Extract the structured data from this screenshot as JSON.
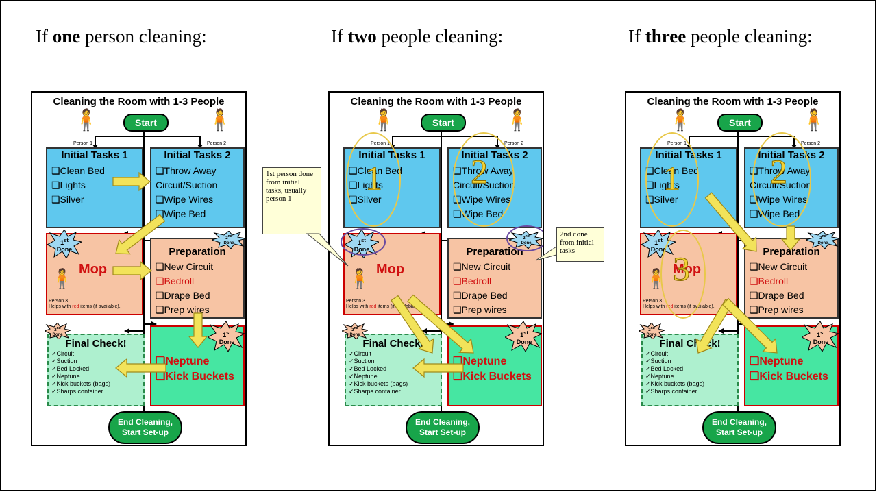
{
  "headings": [
    {
      "pre": "If ",
      "bold": "one",
      "post": " person cleaning:"
    },
    {
      "pre": "If ",
      "bold": "two",
      "post": " people cleaning:"
    },
    {
      "pre": "If ",
      "bold": "three",
      "post": " people cleaning:"
    }
  ],
  "diagram": {
    "title": "Cleaning the Room with 1-3 People",
    "start": "Start",
    "person1": "Person 1",
    "person2": "Person 2",
    "initial1": {
      "title": "Initial Tasks 1",
      "items": [
        "❑Clean Bed",
        "❑Lights",
        "❑Silver"
      ]
    },
    "initial2": {
      "title": "Initial Tasks 2",
      "items": [
        "❑Throw Away",
        "Circuit/Suction",
        "❑Wipe Wires",
        "❑Wipe Bed"
      ]
    },
    "mop": {
      "label": "Mop",
      "person3": "Person 3",
      "helps_pre": "Helps with ",
      "helps_red": "red",
      "helps_post": " items (if available)."
    },
    "preparation": {
      "title": "Preparation",
      "items": [
        "❑New Circuit",
        "❑Bedroll",
        "❑Drape Bed",
        "❑Prep wires"
      ]
    },
    "final": {
      "title": "Final Check!",
      "items": [
        "✓Circuit",
        "✓Suction",
        "✓Bed Locked",
        "✓Neptune",
        "✓Kick buckets (bags)",
        "✓Sharps container"
      ]
    },
    "neptune": {
      "items": [
        "❑Neptune",
        "❑Kick Buckets"
      ]
    },
    "end": {
      "line1": "End Cleaning,",
      "line2": "Start Set-up"
    },
    "burst_first_sup": "st",
    "burst_first": "1",
    "burst_done": "Done",
    "burst_second": "2",
    "burst_second_sup": "nd"
  },
  "annotations": {
    "callout1": "1st person done from initial tasks, usually person 1",
    "callout2": "2nd done from initial tasks",
    "num1": "1",
    "num2": "2",
    "num3": "3"
  },
  "colors": {
    "blue_box": "#5fc8ee",
    "peach_box": "#f7c4a4",
    "green_box": "#46e6a2",
    "start_green": "#18a54a",
    "red_text": "#d01010",
    "arrow_yellow": "#f2e35a"
  }
}
